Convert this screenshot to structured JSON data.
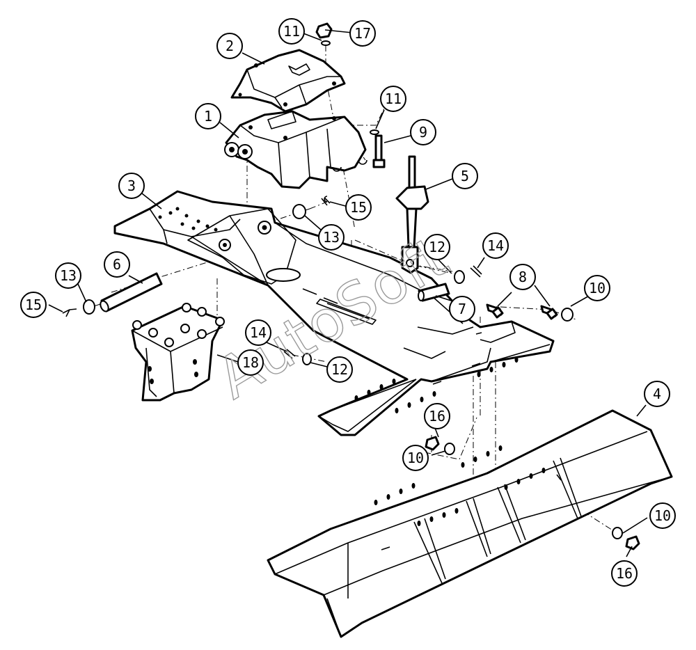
{
  "watermark": "AutoSoft",
  "callouts": [
    {
      "id": "c1",
      "label": "1"
    },
    {
      "id": "c2",
      "label": "2"
    },
    {
      "id": "c3",
      "label": "3"
    },
    {
      "id": "c4",
      "label": "4"
    },
    {
      "id": "c5",
      "label": "5"
    },
    {
      "id": "c6",
      "label": "6"
    },
    {
      "id": "c7",
      "label": "7"
    },
    {
      "id": "c8",
      "label": "8"
    },
    {
      "id": "c9",
      "label": "9"
    },
    {
      "id": "c10a",
      "label": "10"
    },
    {
      "id": "c10b",
      "label": "10"
    },
    {
      "id": "c10c",
      "label": "10"
    },
    {
      "id": "c11a",
      "label": "11"
    },
    {
      "id": "c11b",
      "label": "11"
    },
    {
      "id": "c12a",
      "label": "12"
    },
    {
      "id": "c12b",
      "label": "12"
    },
    {
      "id": "c13a",
      "label": "13"
    },
    {
      "id": "c13b",
      "label": "13"
    },
    {
      "id": "c14a",
      "label": "14"
    },
    {
      "id": "c14b",
      "label": "14"
    },
    {
      "id": "c15a",
      "label": "15"
    },
    {
      "id": "c15b",
      "label": "15"
    },
    {
      "id": "c16a",
      "label": "16"
    },
    {
      "id": "c16b",
      "label": "16"
    },
    {
      "id": "c17",
      "label": "17"
    },
    {
      "id": "c18",
      "label": "18"
    }
  ]
}
